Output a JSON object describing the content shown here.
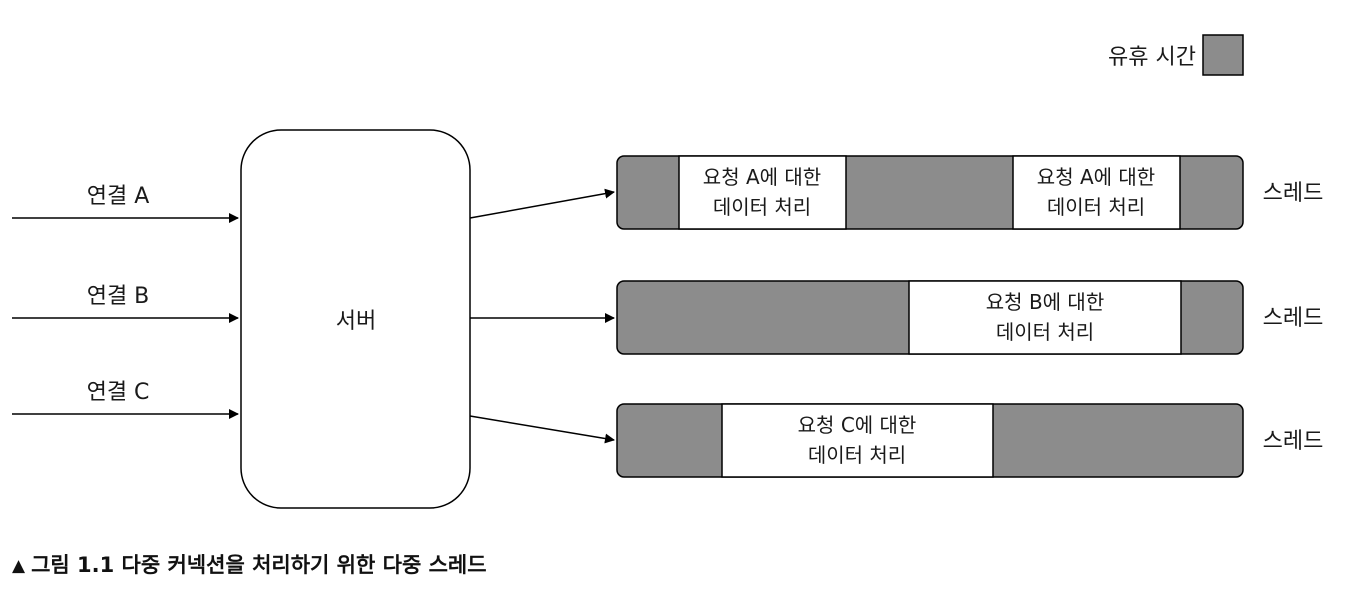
{
  "legend": {
    "label": "유휴 시간",
    "idle_color": "#8c8c8c"
  },
  "connections": [
    {
      "id": "a",
      "label": "연결 A"
    },
    {
      "id": "b",
      "label": "연결 B"
    },
    {
      "id": "c",
      "label": "연결 C"
    }
  ],
  "server": {
    "label": "서버"
  },
  "threads": [
    {
      "id": "a",
      "label": "스레드",
      "work_line1": "요청 A에 대한",
      "work_line2": "데이터 처리"
    },
    {
      "id": "b",
      "label": "스레드",
      "work_line1": "요청 B에 대한",
      "work_line2": "데이터 처리"
    },
    {
      "id": "c",
      "label": "스레드",
      "work_line1": "요청 C에 대한",
      "work_line2": "데이터 처리"
    }
  ],
  "caption": {
    "marker": "▲",
    "text": "그림 1.1 다중 커넥션을 처리하기 위한 다중 스레드"
  }
}
